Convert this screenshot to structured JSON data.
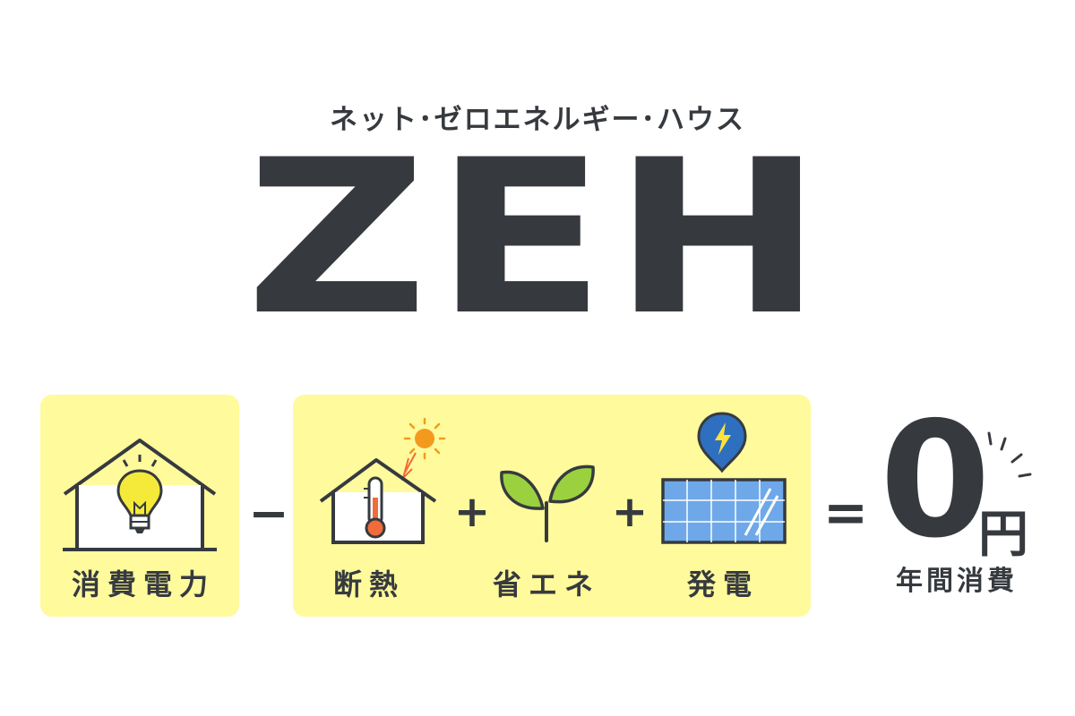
{
  "header": {
    "subtitle": "ネット･ゼロエネルギー･ハウス",
    "title": "ZEH"
  },
  "equation": {
    "terms": [
      {
        "label": "消費電力",
        "icon": "house-lightbulb-icon"
      },
      {
        "label": "断熱",
        "icon": "house-thermometer-sun-icon"
      },
      {
        "label": "省エネ",
        "icon": "sprout-icon"
      },
      {
        "label": "発電",
        "icon": "solar-panel-lightning-icon"
      }
    ],
    "operators": {
      "minus": "−",
      "plus_1": "+",
      "plus_2": "+",
      "equals": "="
    },
    "result": {
      "value": "0",
      "unit": "円",
      "label": "年間消費"
    }
  },
  "colors": {
    "text": "#363a3f",
    "panel": "#fffa9c",
    "bulb": "#f5ea3a",
    "thermo": "#f26b3a",
    "sun": "#f39a1e",
    "leaf": "#9bd13f",
    "solar": "#6fa8e8",
    "pin": "#2f6fc0",
    "bolt": "#ffe23a"
  }
}
